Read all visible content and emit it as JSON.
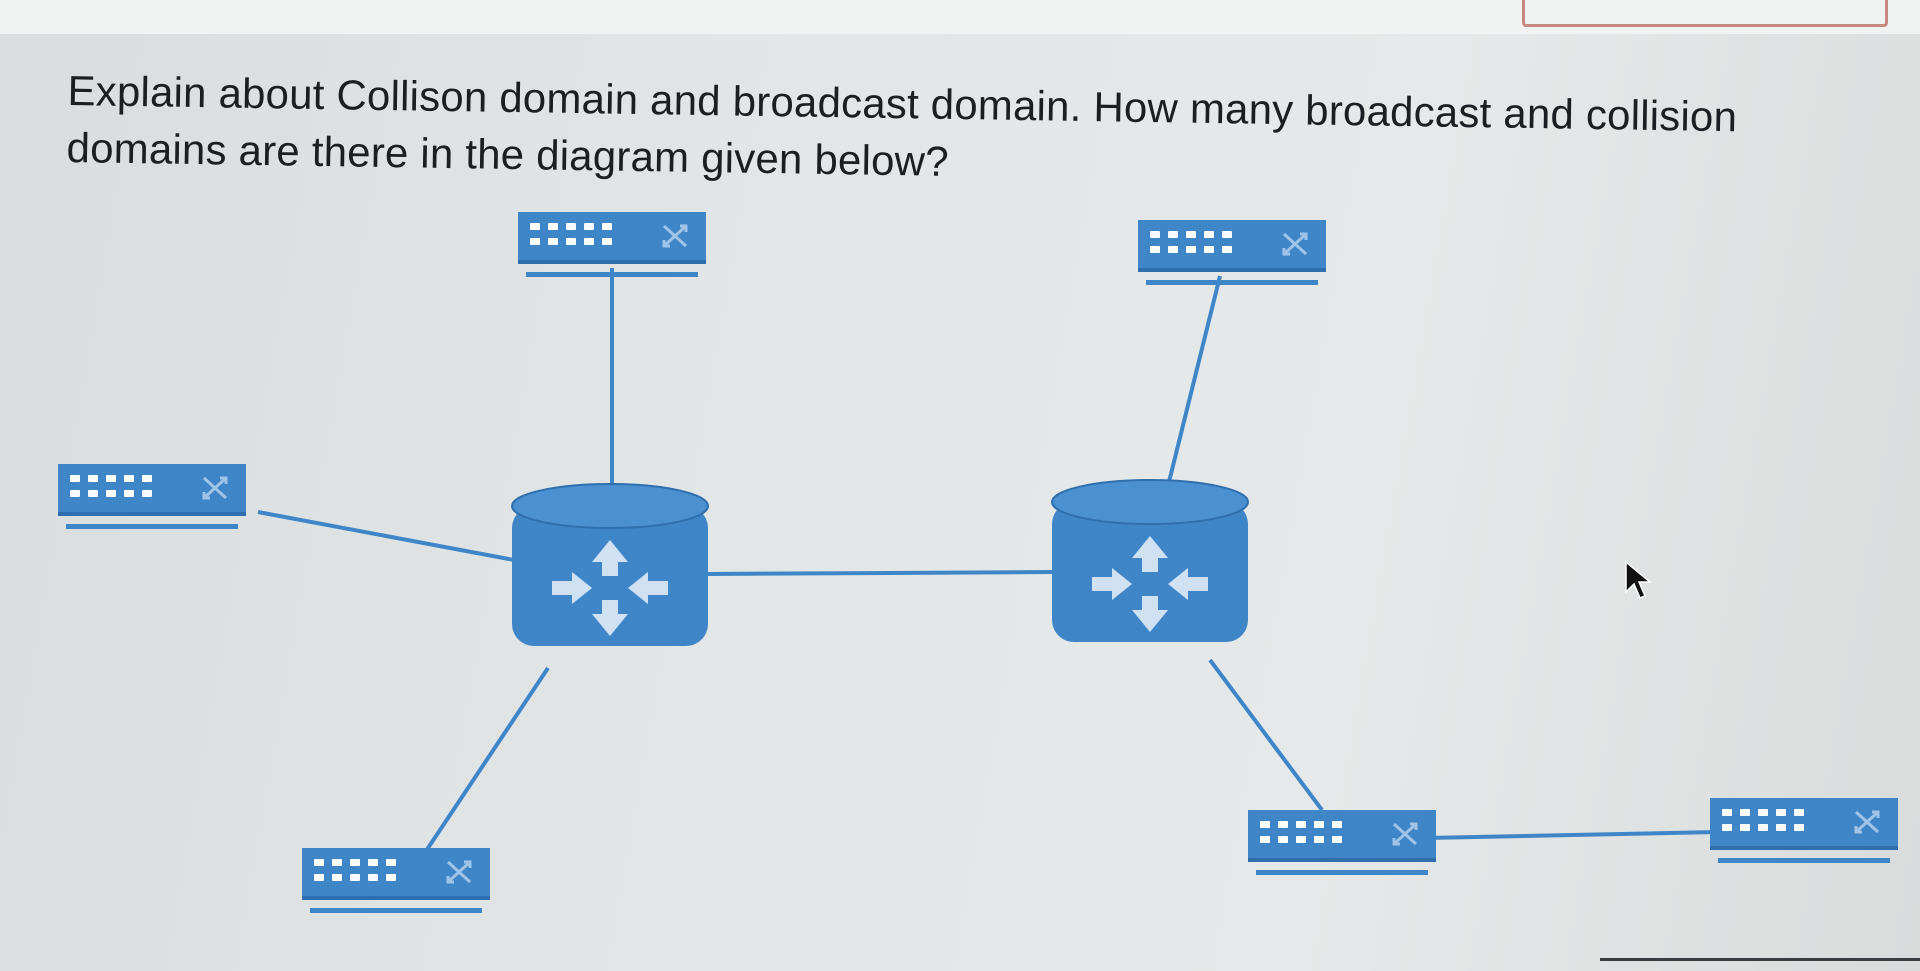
{
  "question": {
    "text": "Explain about Collison domain and broadcast domain. How many broadcast and collision domains are there in the diagram given below?"
  },
  "colors": {
    "device_blue": "#3f86c9",
    "device_blue_dark": "#2f6fad",
    "link_blue": "#3f86c9",
    "port_white": "#ffffff",
    "text": "#1b1f22"
  },
  "diagram": {
    "nodes": [
      {
        "id": "switch-top-left",
        "kind": "switch",
        "icon": "switch-icon"
      },
      {
        "id": "switch-top-right",
        "kind": "switch",
        "icon": "switch-icon"
      },
      {
        "id": "switch-left",
        "kind": "switch",
        "icon": "switch-icon"
      },
      {
        "id": "switch-bottom-left",
        "kind": "switch",
        "icon": "switch-icon"
      },
      {
        "id": "switch-bottom-middle",
        "kind": "switch",
        "icon": "switch-icon"
      },
      {
        "id": "switch-bottom-right",
        "kind": "switch",
        "icon": "switch-icon"
      },
      {
        "id": "router-left",
        "kind": "router",
        "icon": "router-icon"
      },
      {
        "id": "router-right",
        "kind": "router",
        "icon": "router-icon"
      }
    ],
    "edges": [
      {
        "from": "switch-top-left",
        "to": "router-left"
      },
      {
        "from": "switch-left",
        "to": "router-left"
      },
      {
        "from": "switch-bottom-left",
        "to": "router-left"
      },
      {
        "from": "router-left",
        "to": "router-right"
      },
      {
        "from": "switch-top-right",
        "to": "router-right"
      },
      {
        "from": "router-right",
        "to": "switch-bottom-middle"
      },
      {
        "from": "switch-bottom-middle",
        "to": "switch-bottom-right"
      }
    ]
  },
  "cursor": {
    "icon": "mouse-pointer-icon"
  }
}
